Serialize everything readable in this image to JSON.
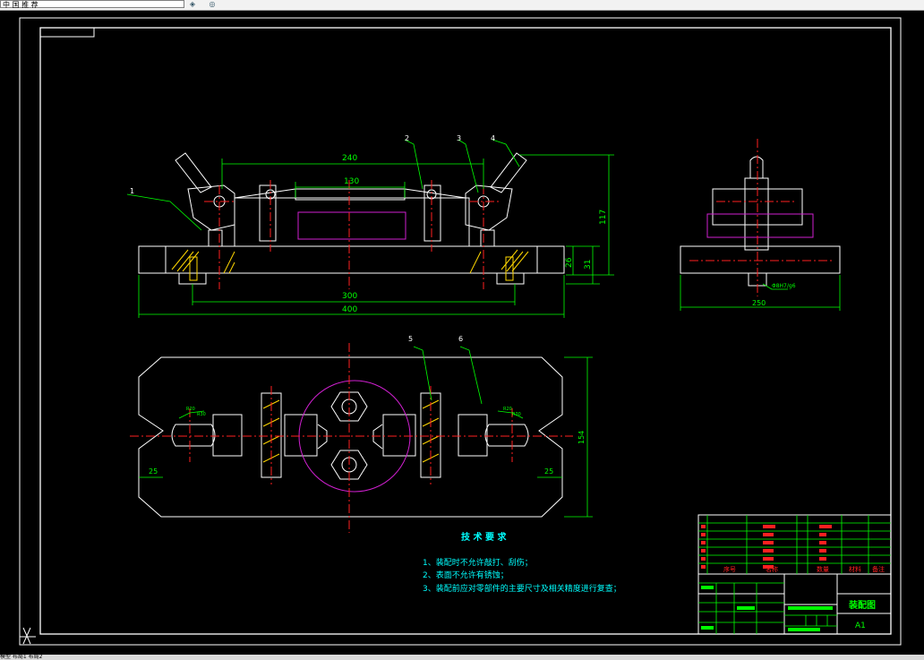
{
  "window": {
    "command_field": "中 国 推 荐",
    "toolbar_icons": [
      "palette-icon",
      "layer-icon"
    ]
  },
  "drawing": {
    "colors": {
      "background": "#000000",
      "outline": "#ffffff",
      "dimension": "#00ff00",
      "centerline": "#ff2020",
      "hatch": "#ffd700",
      "hidden": "#d020d0",
      "text": "#00ffff"
    },
    "front_view": {
      "callouts": [
        "1",
        "2",
        "3",
        "4"
      ],
      "dims": {
        "w240": "240",
        "w130": "130",
        "w300": "300",
        "w400": "400",
        "h117": "117",
        "h26": "26",
        "h31": "31"
      }
    },
    "side_view": {
      "dims": {
        "w250": "250",
        "bore": "Φ8H7/g6"
      }
    },
    "top_view": {
      "callouts": [
        "5",
        "6"
      ],
      "dims": {
        "left25": "25",
        "right25": "25",
        "h154": "154",
        "r1": "R20",
        "r2": "R30",
        "r3": "R20",
        "r4": "R30"
      }
    },
    "tech_requirements": {
      "title": "技 术 要 求",
      "items": [
        "1、装配时不允许敲打、刮伤；",
        "2、表面不允许有锈蚀；",
        "3、装配前应对零部件的主要尺寸及相关精度进行复查；"
      ]
    },
    "title_block": {
      "drawing_name": "装配图",
      "sheet_size": "A1",
      "header_labels": [
        "序号",
        "名称",
        "数量",
        "材料",
        "备注"
      ]
    }
  },
  "status": {
    "text": "模型  布局1  布局2"
  }
}
